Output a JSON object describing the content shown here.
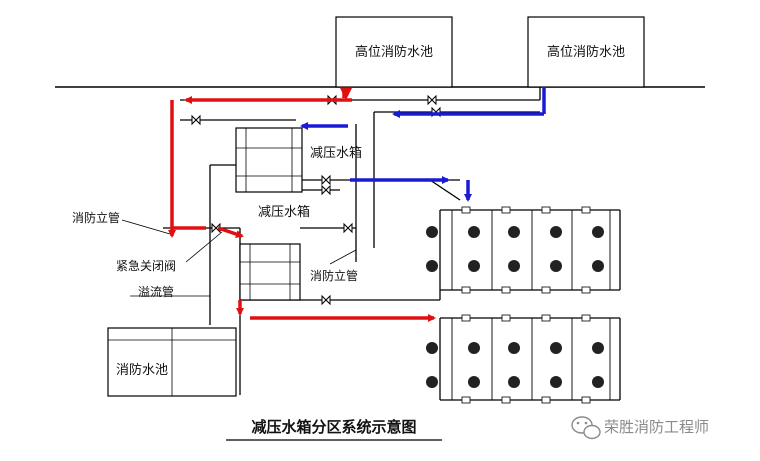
{
  "labels": {
    "high_tank_left": "高位消防水池",
    "high_tank_right": "高位消防水池",
    "pressure_box_upper": "减压水箱",
    "pressure_box_lower": "减压水箱",
    "riser_left": "消防立管",
    "riser_right": "消防立管",
    "emergency_valve": "紧急关闭阀",
    "overflow_pipe": "溢流管",
    "fire_pool": "消防水池",
    "caption": "减压水箱分区系统示意图"
  },
  "watermark": "荣胜消防工程师",
  "colors": {
    "red_flow": "#e01010",
    "blue_flow": "#1a1ad6",
    "line": "#000000"
  },
  "icons": [
    "wechat-icon",
    "valve-icon",
    "hydrant-icon"
  ]
}
